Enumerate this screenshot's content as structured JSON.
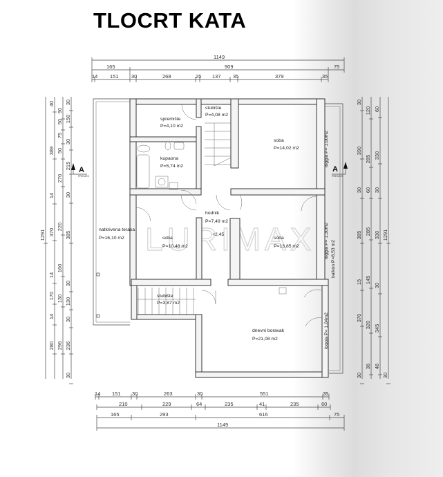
{
  "title": "TLOCRT KATA",
  "watermark": "LURIMAX",
  "section_marker": {
    "letter": "A",
    "sub": "PRESJEK"
  },
  "dims_top": {
    "total": "1149",
    "row2": [
      "165",
      "909",
      "75"
    ],
    "row3": [
      "14",
      "151",
      "30",
      "268",
      "25",
      "137",
      "35",
      "379",
      "35"
    ]
  },
  "dims_bottom": {
    "row1": [
      "14",
      "151",
      "30",
      "263",
      "30",
      "551",
      "35"
    ],
    "row2": [
      "210",
      "229",
      "64",
      "235",
      "41",
      "235",
      "60"
    ],
    "row3": [
      "165",
      "293",
      "616",
      "75"
    ],
    "total": "1149"
  },
  "dims_left": {
    "col1": [
      "1291"
    ],
    "col2": [
      "40",
      "389",
      "14",
      "370",
      "14",
      "170",
      "14",
      "280"
    ],
    "col3": [
      "90",
      "50",
      "75",
      "50",
      "270",
      "220",
      "160",
      "130",
      "296"
    ],
    "col4": [
      "30",
      "150",
      "30",
      "215",
      "30",
      "385",
      "30",
      "130",
      "30",
      "236",
      "30"
    ]
  },
  "dims_right": {
    "col1": [
      "30",
      "390",
      "30",
      "385",
      "15",
      "370",
      "30"
    ],
    "col2": [
      "120",
      "285",
      "60",
      "285",
      "145",
      "320",
      "36"
    ],
    "col3": [
      "60",
      "330",
      "30",
      "330",
      "30",
      "345",
      "46"
    ],
    "col4": [
      "1291",
      "30"
    ]
  },
  "rooms": [
    {
      "name": "spremište",
      "area": "P=4,10 m2"
    },
    {
      "name": "stubište",
      "area": "P=4,08 m2"
    },
    {
      "name": "kupaona",
      "area": "P=5,74 m2"
    },
    {
      "name": "soba",
      "area": "P=14,02 m2"
    },
    {
      "name": "hodnik",
      "area": "P=7,49 m2"
    },
    {
      "name": "natkrivena terasa",
      "area": "P=16,10 m2"
    },
    {
      "name": "soba",
      "area": "P=10,48 m2"
    },
    {
      "name": "soba",
      "area": "P=13,85 m2"
    },
    {
      "name": "stubište",
      "area": "P=3,87 m2"
    },
    {
      "name": "dnevni boravak",
      "area": "P=21,08 m2"
    }
  ],
  "level_mark": "+2,45",
  "side_labels": [
    "loggia P= 1,00m2",
    "loggia P= 1,30m2",
    "balkon P=8,53 m2",
    "loggia P= 1,04m2"
  ]
}
